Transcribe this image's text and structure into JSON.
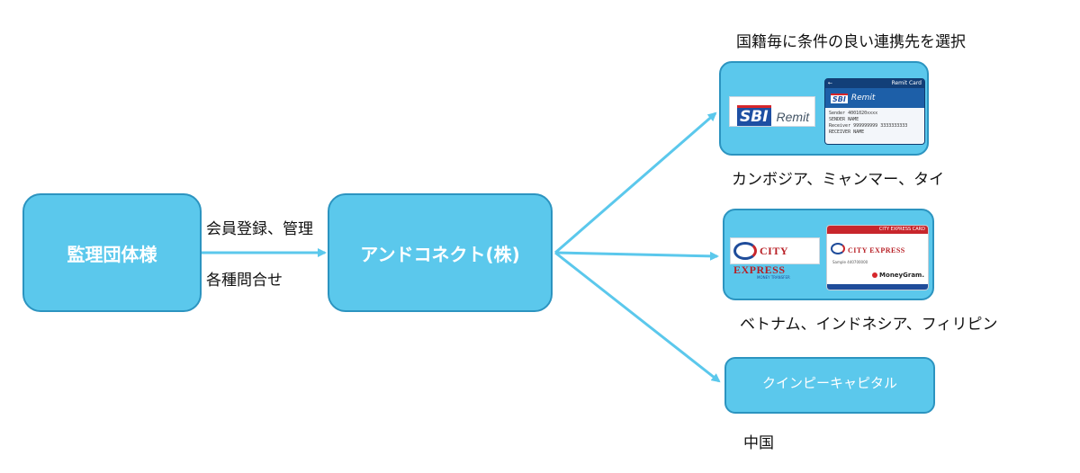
{
  "nodes": {
    "client": "監理団体様",
    "company": "アンドコネクト(株)",
    "partner3": "クインピーキャピタル"
  },
  "edge_labels": {
    "top": "会員登録、管理",
    "bottom": "各種問合せ"
  },
  "heading": "国籍毎に条件の良い連携先を選択",
  "countries": {
    "partner1": "カンボジア、ミャンマー、タイ",
    "partner2": "ベトナム、インドネシア、フィリピン",
    "partner3": "中国"
  },
  "sbi": {
    "logo_mark": "SBI",
    "logo_word": "Remit",
    "card_title": "Remit Card",
    "card_back": "←",
    "card_mark": "SBI",
    "card_word": "Remit",
    "card_lines": [
      "Sender  4001020xxxx",
      "SENDER NAME",
      "Receiver  999999999  3333333333",
      "RECEIVER NAME"
    ]
  },
  "cityexpress": {
    "logo_text": "CITY EXPRESS",
    "logo_sub": "MONEY TRANSFER",
    "card_title": "CITY EXPRESS CARD",
    "card_logo": "CITY EXPRESS",
    "card_line": "Sample  440700000",
    "moneygram": "MoneyGram."
  },
  "colors": {
    "box_fill": "#5bc8ec",
    "box_border": "#2c94c0",
    "arrow": "#5bc8ec",
    "sbi_blue": "#1d4fa3",
    "ce_red": "#c8262c"
  }
}
